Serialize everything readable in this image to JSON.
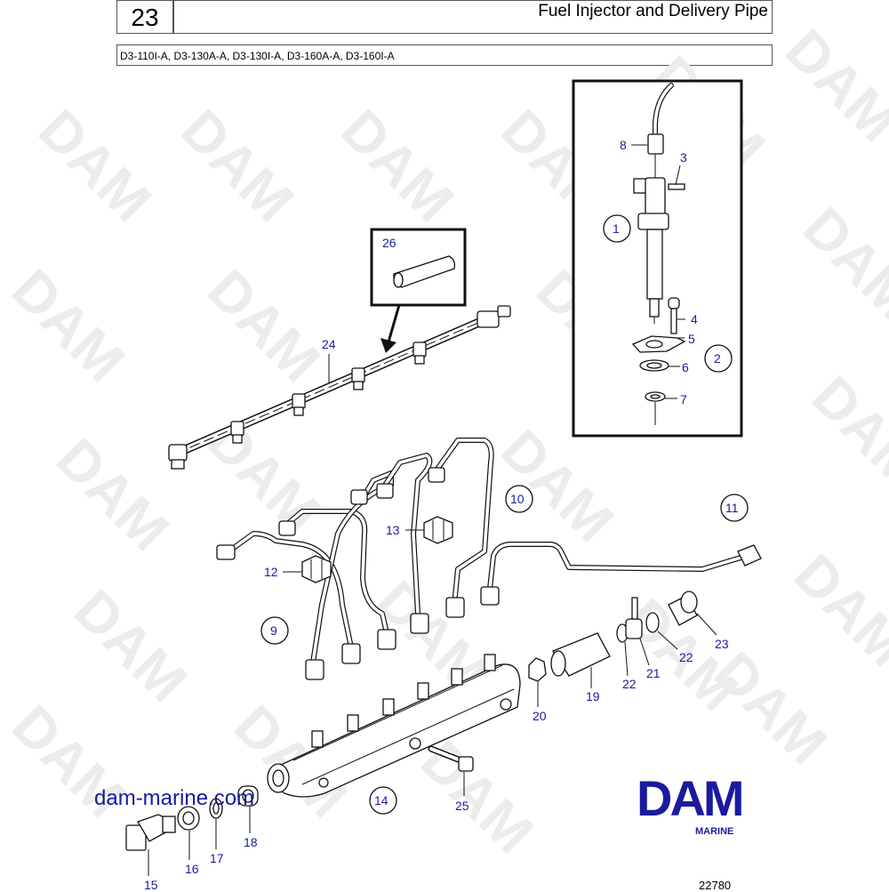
{
  "header": {
    "section": "23",
    "title": "Fuel Injector and Delivery Pipe",
    "models": "D3-110I-A, D3-130A-A, D3-130I-A, D3-160A-A, D3-160I-A"
  },
  "watermark": "DAM",
  "callouts": {
    "c1": "1",
    "c2": "2",
    "c3": "3",
    "c4": "4",
    "c5": "5",
    "c6": "6",
    "c7": "7",
    "c8": "8",
    "c9": "9",
    "c10": "10",
    "c11": "11",
    "c12": "12",
    "c13": "13",
    "c14": "14",
    "c15": "15",
    "c16": "16",
    "c17": "17",
    "c18": "18",
    "c19": "19",
    "c20": "20",
    "c21": "21",
    "c22a": "22",
    "c22b": "22",
    "c23": "23",
    "c24": "24",
    "c25": "25",
    "c26": "26"
  },
  "footer": {
    "website": "dam-marine.com",
    "logo": "DAM",
    "logo_sub": "MARINE",
    "reference": "22780"
  },
  "colors": {
    "callout": "#1a1aa0",
    "brand": "#1a1aa0",
    "outline": "#111111"
  }
}
